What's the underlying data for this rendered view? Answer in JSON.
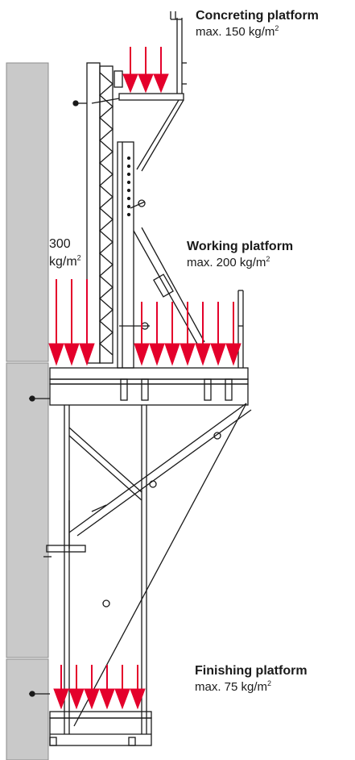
{
  "labels": {
    "concreting": {
      "title": "Concreting platform",
      "load": "max. 150 kg/m",
      "exp": "2"
    },
    "working": {
      "title": "Working platform",
      "load": "max. 200 kg/m",
      "exp": "2"
    },
    "finishing": {
      "title": "Finishing platform",
      "load": "max. 75 kg/m",
      "exp": "2"
    }
  },
  "side_load": {
    "value": "300",
    "unit": "kg/m",
    "exp": "2"
  },
  "colors": {
    "arrow": "#e4002b",
    "wall": "#c9c9c9",
    "line": "#1a1a1a"
  },
  "arrow_groups": [
    {
      "group": "concreting",
      "count": 3
    },
    {
      "group": "side",
      "count": 3
    },
    {
      "group": "working",
      "count": 7
    },
    {
      "group": "finishing",
      "count": 6
    }
  ]
}
